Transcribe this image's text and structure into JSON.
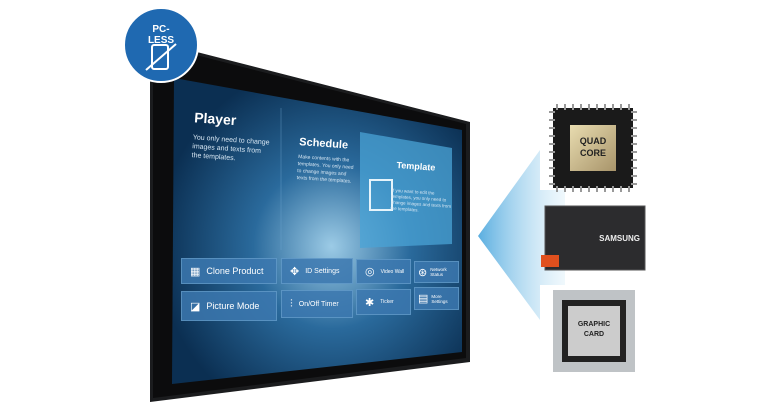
{
  "badge": {
    "label": "PC-LESS",
    "icon": "pc-crossed-icon",
    "color": "#1f69b1"
  },
  "screen": {
    "player": {
      "title": "Player",
      "desc": "You only need to change images and texts from the templates."
    },
    "schedule": {
      "title": "Schedule",
      "desc": "Make contents with the templates. You only need to change images and texts from the templates."
    },
    "template": {
      "title": "Template",
      "desc": "If you want to edit the templates, you only need to change images and texts from the templates."
    },
    "tiles": [
      {
        "label": "Clone Product",
        "icon": "grid-icon"
      },
      {
        "label": "ID Settings",
        "icon": "tools-icon"
      },
      {
        "label": "Video Wall",
        "icon": "video-wall-icon"
      },
      {
        "label": "Network Status",
        "icon": "network-icon"
      },
      {
        "label": "Picture Mode",
        "icon": "chart-monitor-icon"
      },
      {
        "label": "On/Off Timer",
        "icon": "sliders-icon"
      },
      {
        "label": "Ticker",
        "icon": "puzzle-icon"
      },
      {
        "label": "More Settings",
        "icon": "settings-doc-icon"
      }
    ]
  },
  "components": {
    "cpu": {
      "line1": "QUAD",
      "line2": "CORE"
    },
    "ssd": {
      "brand": "SAMSUNG"
    },
    "gpu": {
      "line1": "GRAPHIC",
      "line2": "CARD"
    }
  },
  "colors": {
    "accent": "#1f69b1",
    "screen_bg": "#0d3a63",
    "arrow": "#8ec8ea"
  }
}
